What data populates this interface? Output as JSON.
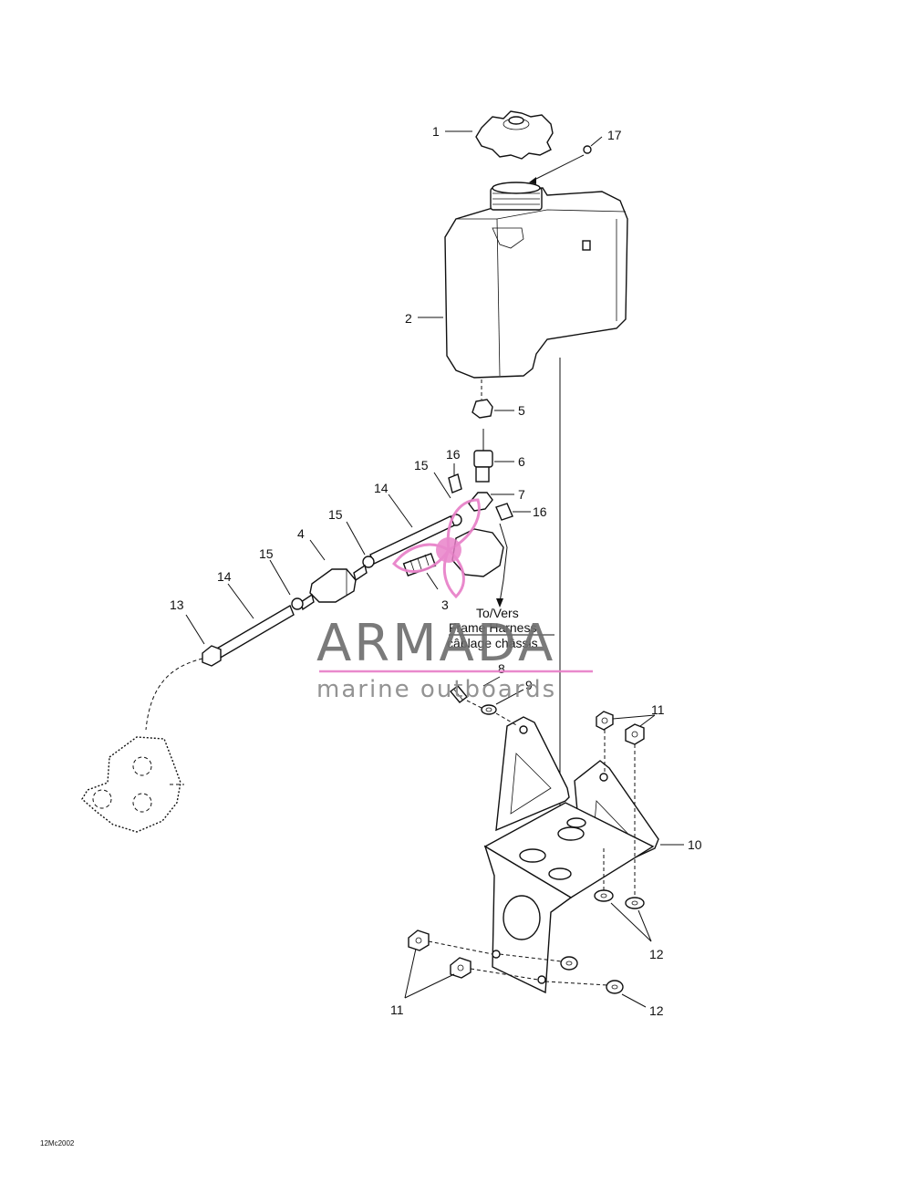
{
  "callouts": {
    "c1": "1",
    "c2": "2",
    "c3": "3",
    "c4": "4",
    "c5": "5",
    "c6": "6",
    "c7": "7",
    "c8": "8",
    "c9": "9",
    "c10": "10",
    "c11a": "11",
    "c11b": "11",
    "c12a": "12",
    "c12b": "12",
    "c13": "13",
    "c14a": "14",
    "c14b": "14",
    "c15a": "15",
    "c15b": "15",
    "c15c": "15",
    "c16a": "16",
    "c16b": "16",
    "c17": "17"
  },
  "note": {
    "line1": "To/Vers",
    "line2": "Frame Harness",
    "line3": "câblage châssis"
  },
  "watermark": {
    "brand": "ARMADA",
    "tagline": "marine outboards",
    "accent_color": "#e87fc8"
  },
  "drawing_code": "12Mc2002"
}
